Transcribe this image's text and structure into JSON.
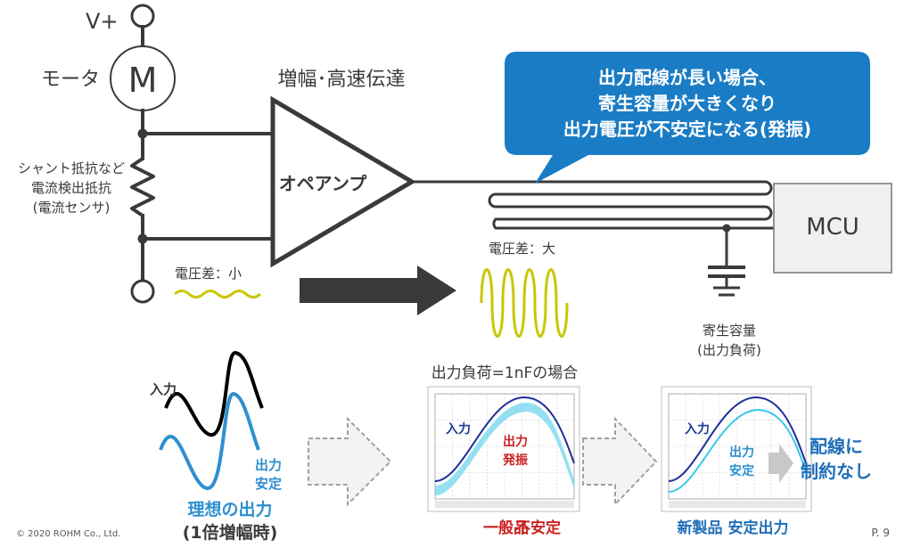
{
  "circuit": {
    "vplus": "V+",
    "motor_symbol": "M",
    "motor_label": "モータ",
    "shunt_label_line1": "シャント抵抗など",
    "shunt_label_line2": "電流検出抵抗",
    "shunt_label_line3": "(電流センサ)",
    "amp_title": "増幅･高速伝達",
    "opamp_label": "オペアンプ",
    "mcu_label": "MCU",
    "small_diff_label": "電圧差：小",
    "large_diff_label": "電圧差：大",
    "cap_label_line1": "寄生容量",
    "cap_label_line2": "(出力負荷)"
  },
  "callout": {
    "line1": "出力配線が長い場合、",
    "line2": "寄生容量が大きくなり",
    "line3": "出力電圧が不安定になる(発振)",
    "color": "#1a7cc4"
  },
  "ideal": {
    "input_label": "入力",
    "output_label_line1": "出力",
    "output_label_line2": "安定",
    "caption_line1": "理想の出力",
    "caption_line2": "(1倍増幅時)"
  },
  "scope_title": "出力負荷=1nFの場合",
  "scope_general": {
    "input_label": "入力",
    "output_label_line1": "出力",
    "output_label_line2": "発振",
    "caption_part1": "一般品",
    "caption_part2": "不安定"
  },
  "scope_new": {
    "input_label": "入力",
    "output_label_line1": "出力",
    "output_label_line2": "安定",
    "note_line1": "配線に",
    "note_line2": "制約なし",
    "caption": "新製品 安定出力"
  },
  "footer": {
    "copyright": "© 2020 ROHM Co., Ltd.",
    "page": "P. 9"
  }
}
